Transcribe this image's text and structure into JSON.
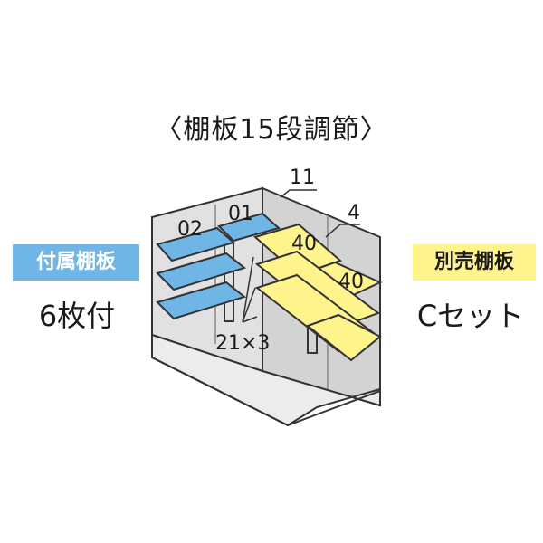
{
  "title": "〈棚板15段調節〉",
  "included_shelves": {
    "badge": "付属棚板",
    "count": "6枚付"
  },
  "sold_separately_shelves": {
    "badge": "別売棚板",
    "set": "Cセット"
  },
  "diagram_labels": {
    "shelf_a": "02",
    "shelf_b": "01",
    "shelf_c": "40",
    "shelf_d": "40",
    "callout_top": "11",
    "callout_right": "4",
    "callout_bottom": "21×3"
  },
  "colors": {
    "included_shelf": "#6fb6e6",
    "sold_separately_shelf": "#fff38c",
    "wall": "#d6d6d6",
    "line": "#333333"
  }
}
